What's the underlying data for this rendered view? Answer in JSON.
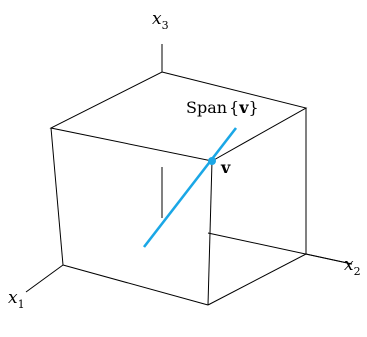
{
  "axes": {
    "x1": {
      "base": "x",
      "sub": "1"
    },
    "x2": {
      "base": "x",
      "sub": "2"
    },
    "x3": {
      "base": "x",
      "sub": "3"
    }
  },
  "span_label": {
    "prefix": "Span",
    "open": "{",
    "vector": "v",
    "close": "}"
  },
  "vector_label": "v",
  "colors": {
    "line": "#000000",
    "span": "#1aa7e6",
    "point": "#1aa7e6"
  }
}
